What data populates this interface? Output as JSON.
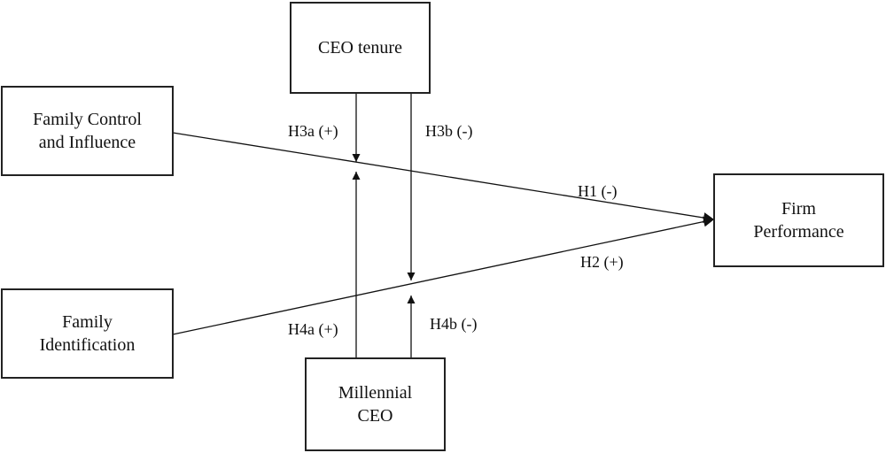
{
  "nodes": {
    "ceo_tenure": {
      "lines": [
        "CEO tenure"
      ]
    },
    "family_control": {
      "lines": [
        "Family Control",
        "and Influence"
      ]
    },
    "family_identification": {
      "lines": [
        "Family",
        "Identification"
      ]
    },
    "firm_performance": {
      "lines": [
        "Firm",
        "Performance"
      ]
    },
    "millennial_ceo": {
      "lines": [
        "Millennial",
        "CEO"
      ]
    }
  },
  "edges": {
    "h1": "H1 (-)",
    "h2": "H2 (+)",
    "h3a": "H3a (+)",
    "h3b": "H3b (-)",
    "h4a": "H4a (+)",
    "h4b": "H4b (-)"
  }
}
